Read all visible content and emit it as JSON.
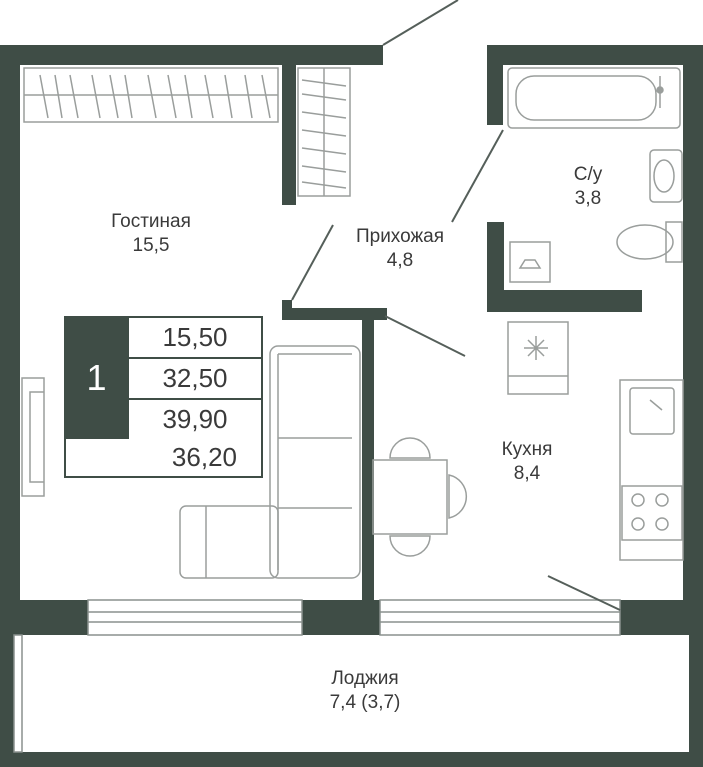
{
  "colors": {
    "wall": "#3f4d46",
    "line": "#555f5a",
    "furniture": "#9a9e9c",
    "text": "#3a3a3a",
    "background": "#ffffff"
  },
  "rooms": [
    {
      "key": "living",
      "name": "Гостиная",
      "area": "15,5"
    },
    {
      "key": "hall",
      "name": "Прихожая",
      "area": "4,8"
    },
    {
      "key": "bathroom",
      "name": "С/у",
      "area": "3,8"
    },
    {
      "key": "kitchen",
      "name": "Кухня",
      "area": "8,4"
    },
    {
      "key": "loggia",
      "name": "Лоджия",
      "area": "7,4 (3,7)"
    }
  ],
  "summary": {
    "room_count": "1",
    "living_area": "15,50",
    "total_area": "32,50",
    "total_with_loggia": "39,90",
    "other_area": "36,20"
  },
  "icons": [
    "wardrobe-icon",
    "bathtub-icon",
    "sink-icon",
    "toilet-icon",
    "washing-machine-icon",
    "sofa-icon",
    "tv-icon",
    "dining-table-icon",
    "chair-icon",
    "kitchen-sink-icon",
    "stove-icon",
    "fridge-icon"
  ]
}
